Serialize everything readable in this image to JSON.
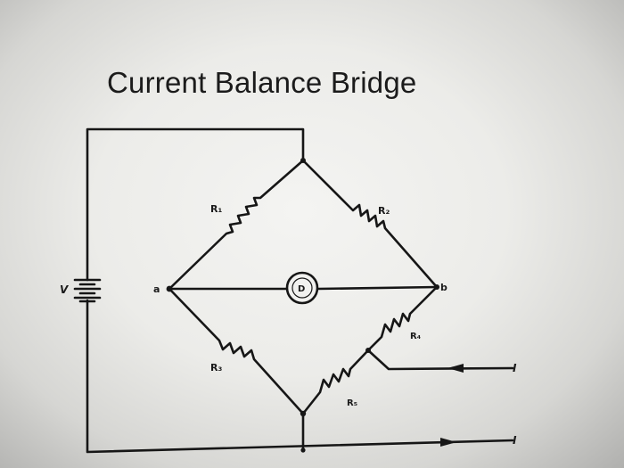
{
  "slide": {
    "title": "Current Balance Bridge"
  },
  "circuit": {
    "labels": {
      "R1": "R₁",
      "R2": "R₂",
      "R3": "R₃",
      "R4": "R₄",
      "R5": "R₅",
      "D": "D",
      "V": "V",
      "a": "a",
      "b": "b",
      "I_top": "I",
      "I_bottom": "I"
    },
    "colors": {
      "wire": "#161616",
      "background": "#eeeeec"
    }
  }
}
